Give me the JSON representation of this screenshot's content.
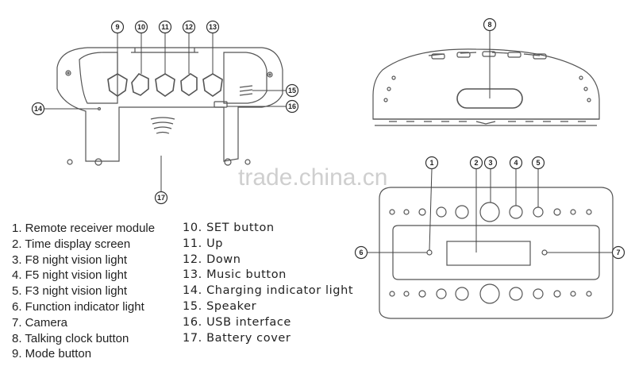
{
  "callouts": [
    "1",
    "2",
    "3",
    "4",
    "5",
    "6",
    "7",
    "8",
    "9",
    "10",
    "11",
    "12",
    "13",
    "14",
    "15",
    "16",
    "17"
  ],
  "legend_left": [
    "1. Remote receiver module",
    "2. Time display screen",
    "3. F8 night vision light",
    "4. F5 night vision light",
    "5. F3 night vision light",
    "6. Function indicator light",
    "7. Camera",
    "8. Talking clock button",
    "9. Mode button"
  ],
  "legend_right": [
    "10. SET button",
    "11. Up",
    "12. Down",
    "13. Music button",
    "14. Charging indicator light",
    "15. Speaker",
    "16. USB interface",
    "17. Battery cover"
  ],
  "watermark": "trade.china.cn",
  "colors": {
    "line": "#444444",
    "text": "#222222",
    "watermark": "#cfcfcf"
  }
}
